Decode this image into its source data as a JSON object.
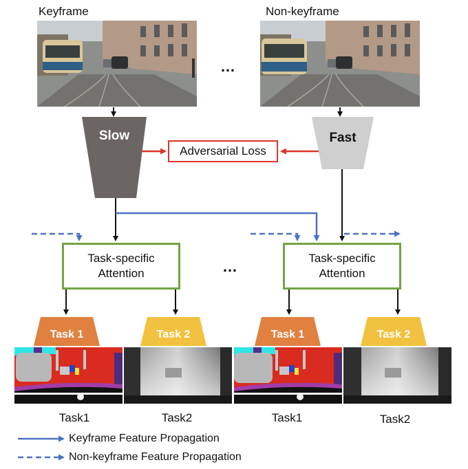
{
  "frames": {
    "keyframe_label": "Keyframe",
    "nonkeyframe_label": "Non-keyframe",
    "ellipsis": "…"
  },
  "encoders": {
    "slow_label": "Slow",
    "fast_label": "Fast",
    "slow_color": "#6b6564",
    "fast_color": "#cfcfcf"
  },
  "loss": {
    "label": "Adversarial Loss",
    "color": "#d9352a"
  },
  "attention": {
    "left_label": "Task-specific\nAttention",
    "right_label": "Task-specific\nAttention",
    "ellipsis": "…",
    "border_color": "#72a344"
  },
  "tasks": {
    "task1_label": "Task 1",
    "task2_label": "Task 2",
    "task1_color": "#e08140",
    "task2_color": "#f2c13f"
  },
  "outputs": {
    "caption1_left": "Task1",
    "caption2_left": "Task2",
    "caption1_right": "Task1",
    "caption2_right": "Task2"
  },
  "legend": {
    "solid_label": "Keyframe Feature Propagation",
    "dashed_label": "Non-keyframe Feature Propagation",
    "arrow_color": "#4a72c4"
  }
}
